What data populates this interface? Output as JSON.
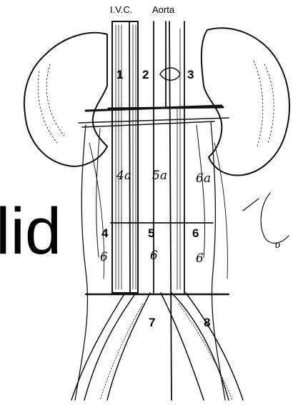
{
  "labels": {
    "ivc": "I.V.C.",
    "aorta": "Aorta"
  },
  "zones": {
    "z1": "1",
    "z2": "2",
    "z3": "3",
    "z4": "4",
    "z5": "5",
    "z6": "6",
    "z7": "7",
    "z8": "8"
  },
  "handwritten": {
    "h4a": "4a",
    "h5a": "5a",
    "h6a": "6a",
    "h4b": "6",
    "h5b": "6",
    "h6b": "6",
    "mark": "ʋ"
  },
  "overlay": {
    "text": "lid"
  }
}
